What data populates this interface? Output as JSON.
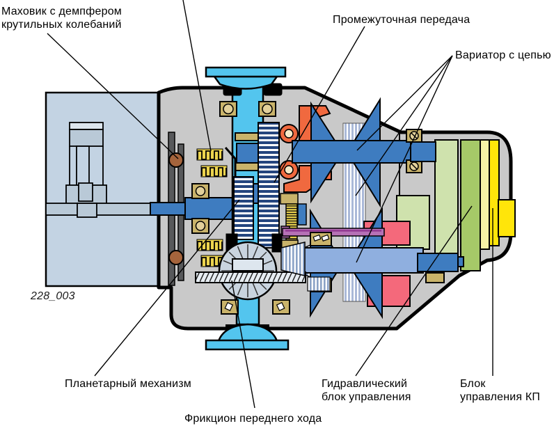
{
  "labels": {
    "flywheel_1": "Маховик с демпфером",
    "flywheel_2": "крутильных колебаний",
    "intermediate": "Промежуточная передача",
    "variator": "Вариатор с цепью",
    "figure_id": "228_003",
    "planetary": "Планетарный механизм",
    "forward_clutch": "Фрикцион переднего хода",
    "hydraulic_1": "Гидравлический",
    "hydraulic_2": "блок управления",
    "tcu_1": "Блок",
    "tcu_2": "управления КП"
  },
  "palette": {
    "housing_gray": "#c9c9c9",
    "engine_block_blue": "#c3d3e3",
    "engine_detail_blue": "#b9c9d7",
    "engine_detail_light": "#dde6ee",
    "converter_blue": "#53c5ee",
    "shaft_blue": "#3e7cc0",
    "secondary_shaft_blue": "#8fafdf",
    "gear_stripe_navy": "#24457e",
    "chain_stripe": "#aab9d8",
    "clutch_orange": "#f0693f",
    "piston_pink": "#f4697b",
    "rod_purple": "#b671b6",
    "rod_purple_line": "#8a2d8a",
    "bearing_tan": "#c9b36a",
    "bearing_tan_light": "#e2d09a",
    "spring_yellow": "#ecd44e",
    "flywheel_gray": "#58595b",
    "flywheel_brown": "#a5643c",
    "hydraulic_green_light": "#cfe2ad",
    "hydraulic_green": "#a6c968",
    "ecu_yellow_pale": "#f6f2a6",
    "ecu_yellow": "#ffe50a",
    "planet_sphere": "#c9d4df",
    "plate_light": "#e7edf2"
  }
}
